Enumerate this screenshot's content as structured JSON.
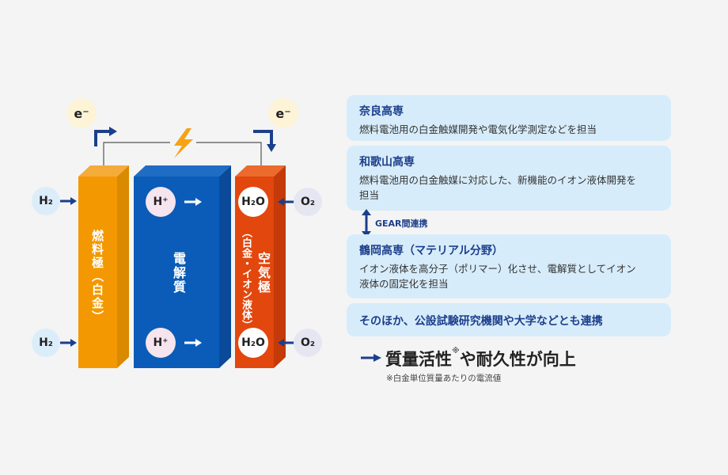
{
  "diagram": {
    "electron_label": "e⁻",
    "hydrogen_label": "H₂",
    "proton_label": "H⁺",
    "water_label": "H₂O",
    "oxygen_label": "O₂",
    "anode_label": "燃料極（白金）",
    "electrolyte_label": "電解質",
    "cathode_label": "空気極",
    "cathode_sub_label": "（白金・イオン液体）",
    "colors": {
      "anode": "#f39800",
      "electrolyte": "#0a5cb8",
      "cathode": "#e2470e",
      "arrow": "#1a3f8c"
    }
  },
  "cards": [
    {
      "title": "奈良高専",
      "body": "燃料電池用の白金触媒開発や電気化学測定などを担当"
    },
    {
      "title": "和歌山高専",
      "body": "燃料電池用の白金触媒に対応した、新機能のイオン液体開発を担当"
    },
    {
      "title": "鶴岡高専（マテリアル分野）",
      "body": "イオン液体を高分子（ポリマー）化させ、電解質としてイオン液体の固定化を担当"
    },
    {
      "title": "そのほか、公設試験研究機関や大学などとも連携"
    }
  ],
  "gear_label": "GEAR間連携",
  "result": {
    "text": "質量活性",
    "mark": "※",
    "text2": "や耐久性が向上",
    "note": "※白金単位質量あたりの電流値"
  }
}
